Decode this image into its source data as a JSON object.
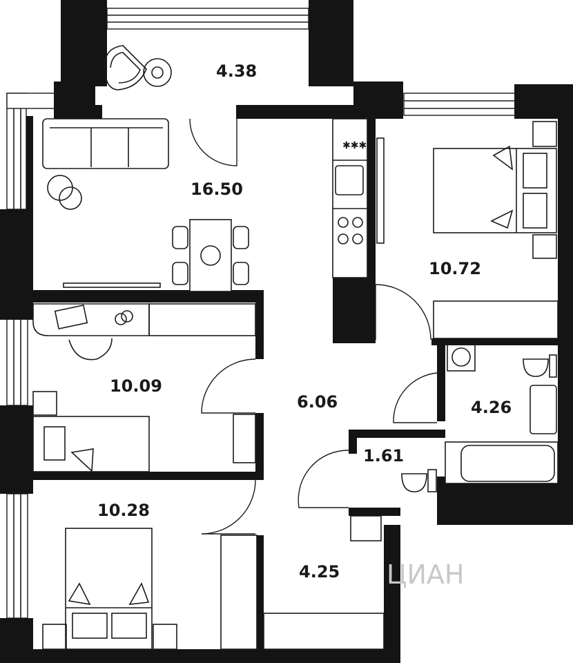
{
  "rooms": [
    {
      "id": "balcony",
      "area": "4.38"
    },
    {
      "id": "living-kitchen",
      "area": "16.50"
    },
    {
      "id": "bedroom-right",
      "area": "10.72"
    },
    {
      "id": "study-room",
      "area": "10.09"
    },
    {
      "id": "hallway",
      "area": "6.06"
    },
    {
      "id": "bathroom",
      "area": "4.26"
    },
    {
      "id": "toilet",
      "area": "1.61"
    },
    {
      "id": "bedroom-left",
      "area": "10.28"
    },
    {
      "id": "entrance",
      "area": "4.25"
    }
  ],
  "watermark": "ЦИАН",
  "colors": {
    "wall": "#141414",
    "line": "#1a1a1a",
    "background": "#ffffff"
  }
}
